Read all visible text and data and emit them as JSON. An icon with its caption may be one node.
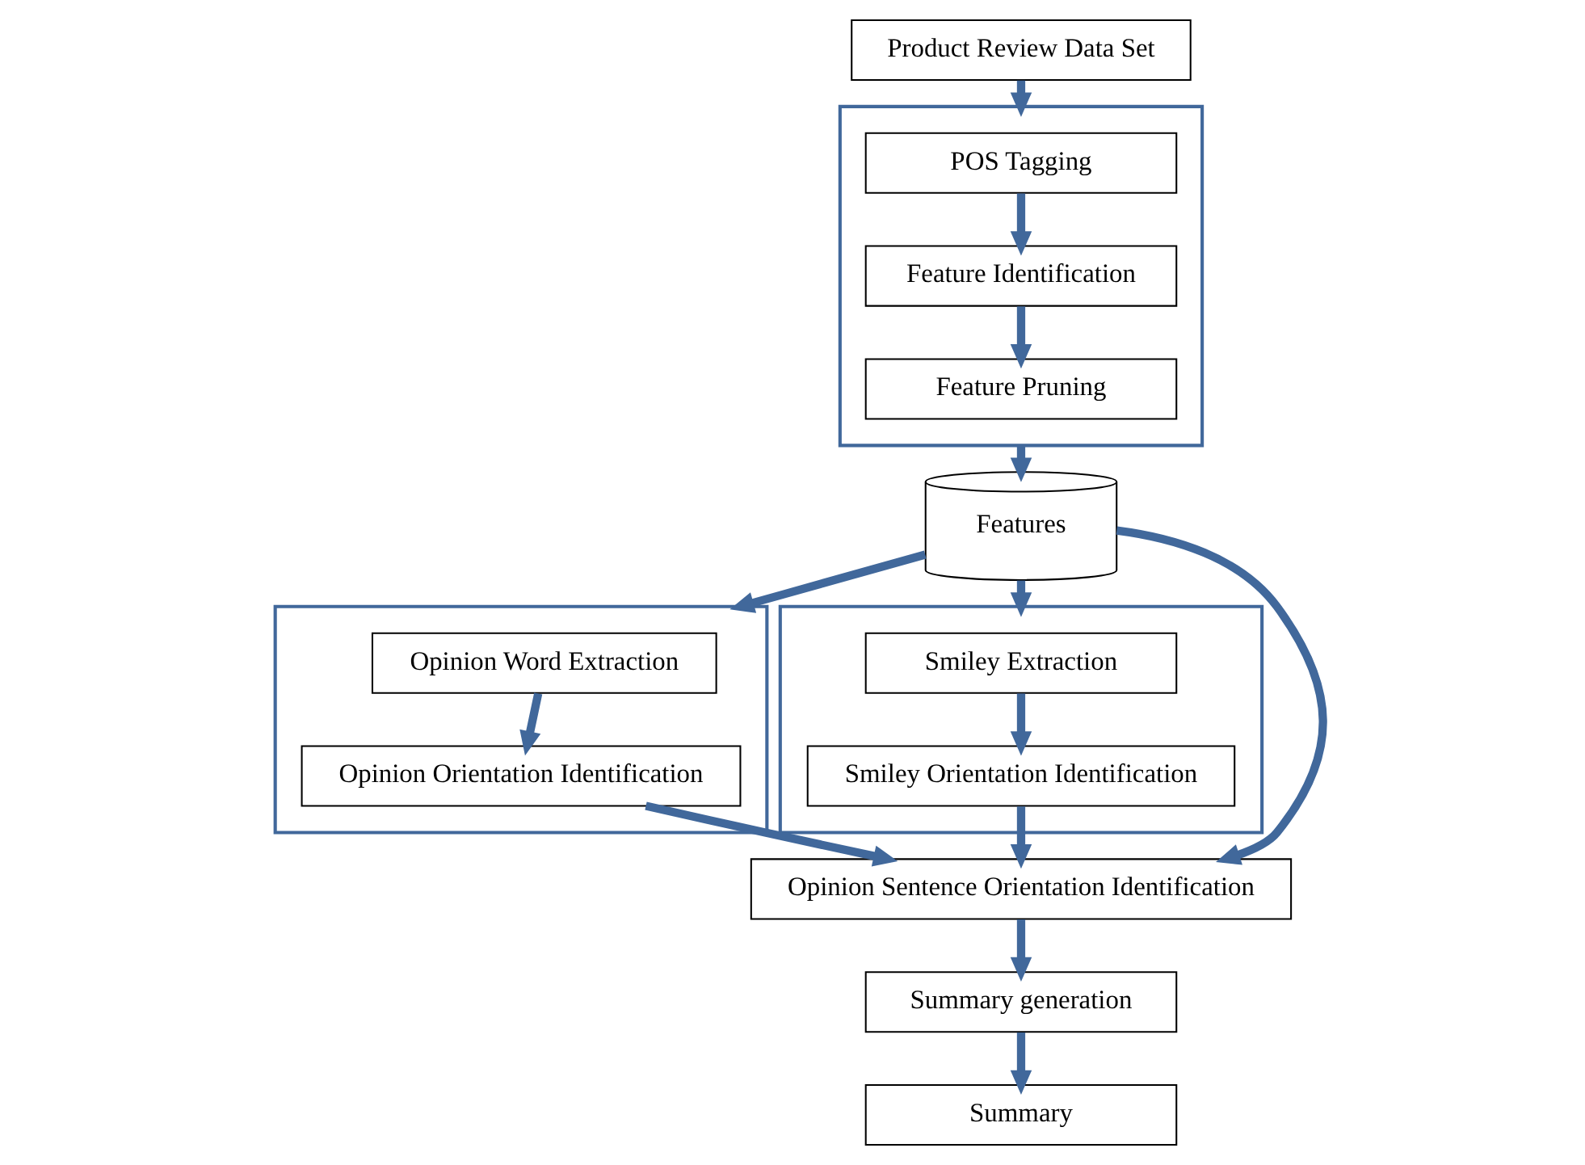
{
  "diagram": {
    "nodes": [
      {
        "text": [
          "Product Review Data Set"
        ]
      },
      {
        "text": [],
        "shape": "box"
      },
      {
        "text": [
          "POS Tagging"
        ],
        "in": 1
      },
      {
        "text": [
          "Feature Identification"
        ],
        "in": 1
      },
      {
        "text": [
          "Feature Pruning"
        ],
        "in": 1
      },
      {
        "text": [],
        "shape": "box"
      },
      {
        "text": [
          "Opinion Word Extraction"
        ],
        "in": 5
      },
      {
        "text": [
          "Opinion Orientation Identification"
        ],
        "in": 5
      },
      {
        "text": [
          "Features"
        ]
      },
      {
        "text": [],
        "shape": "box"
      },
      {
        "text": [
          "Smiley Extraction"
        ],
        "in": 9
      },
      {
        "text": [
          "Smiley Orientation Identification"
        ],
        "in": 9
      },
      {
        "text": [
          "Opinion Sentence Orientation Identification"
        ]
      },
      {
        "text": [
          "Summary generation"
        ]
      },
      {
        "text": [
          "Summary"
        ]
      }
    ],
    "edges": [
      {
        "from": 0,
        "to": 1,
        "arrow": "to"
      },
      {
        "from": 2,
        "to": 3,
        "arrow": "to"
      },
      {
        "from": 3,
        "to": 4,
        "arrow": "to"
      },
      {
        "from": 1,
        "to": 8,
        "arrow": "to"
      },
      {
        "from": 8,
        "to": 5,
        "arrow": "to"
      },
      {
        "from": 8,
        "to": 9,
        "arrow": "to"
      },
      {
        "from": 6,
        "to": 7,
        "arrow": "to"
      },
      {
        "from": 10,
        "to": 11,
        "arrow": "to"
      },
      {
        "from": 7,
        "to": 12,
        "arrow": "to"
      },
      {
        "from": 8,
        "to": 12,
        "arrow": "to"
      },
      {
        "from": 11,
        "to": 12,
        "arrow": "to"
      },
      {
        "from": 12,
        "to": 13,
        "arrow": "to"
      },
      {
        "from": 13,
        "to": 14,
        "arrow": "to"
      }
    ]
  }
}
